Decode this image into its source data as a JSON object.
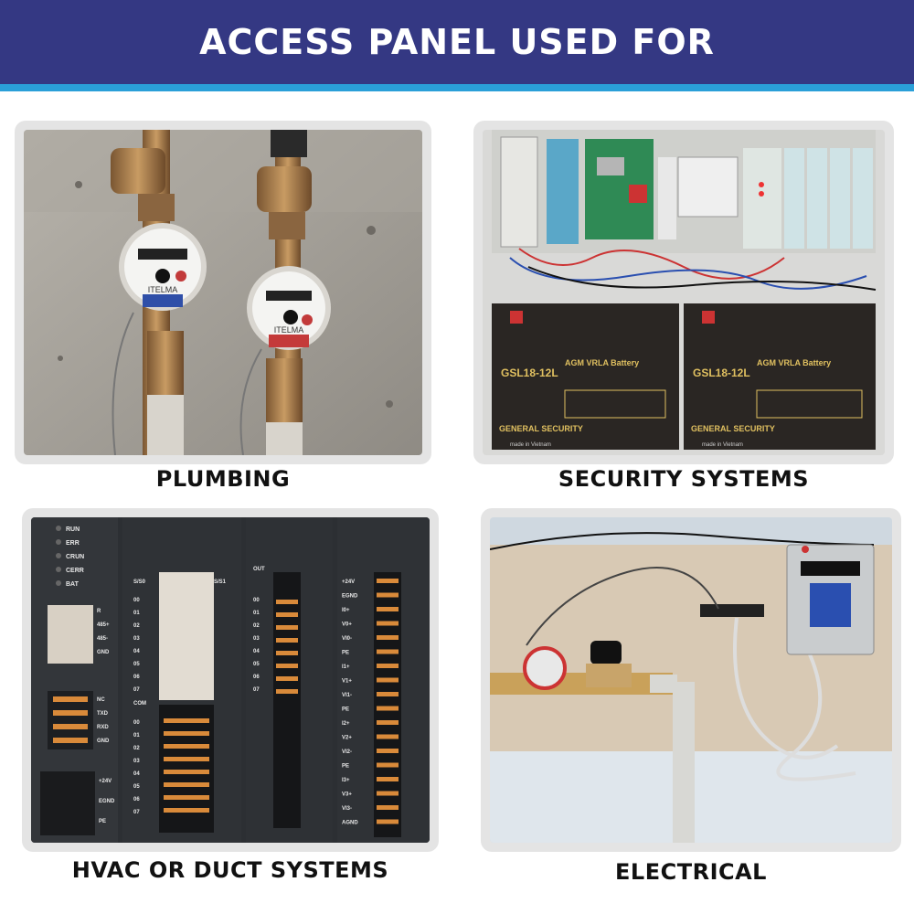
{
  "header": {
    "title": "ACCESS PANEL USED FOR"
  },
  "colors": {
    "header_bg": "#343883",
    "header_stripe": "#2a9fd8",
    "card_bg": "#e4e4e4"
  },
  "cards": [
    {
      "caption": "PLUMBING",
      "meter_brand": "ITELMA"
    },
    {
      "caption": "SECURITY SYSTEMS",
      "battery_model": "GSL18-12L",
      "battery_type": "AGM VRLA Battery",
      "battery_brand": "GENERAL SECURITY",
      "battery_origin": "made in Vietnam"
    },
    {
      "caption": "HVAC OR DUCT SYSTEMS",
      "status_leds": [
        "RUN",
        "ERR",
        "CRUN",
        "CERR",
        "BAT"
      ],
      "left_terminals": [
        "R",
        "485+",
        "485-",
        "GND"
      ],
      "can_terminals": [
        "NC",
        "TXD",
        "RXD",
        "GND"
      ],
      "power_terminals": [
        "+24V",
        "EGND",
        "PE"
      ],
      "slot_labels": [
        "S/S0",
        "S/S1",
        "COM",
        "OUT"
      ],
      "io_numbers": [
        "00",
        "01",
        "02",
        "03",
        "04",
        "05",
        "06",
        "07"
      ],
      "analog_labels": [
        "+24V",
        "EGND",
        "I0+",
        "V0+",
        "VI0-",
        "PE",
        "I1+",
        "V1+",
        "VI1-",
        "PE",
        "I2+",
        "V2+",
        "VI2-",
        "PE",
        "I3+",
        "V3+",
        "VI3-",
        "AGND"
      ]
    },
    {
      "caption": "ELECTRICAL"
    }
  ]
}
